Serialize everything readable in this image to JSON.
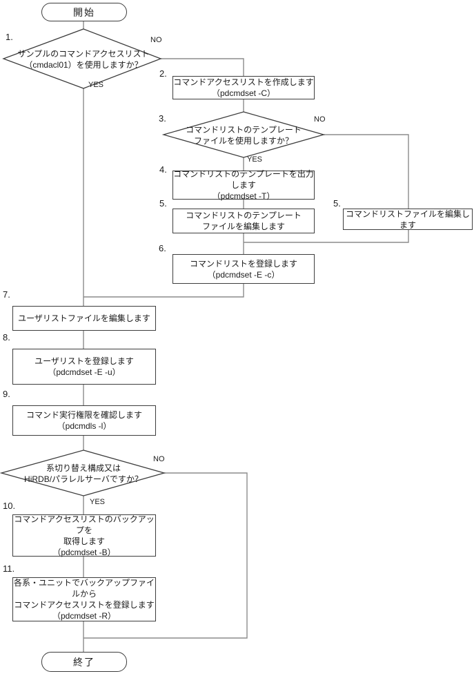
{
  "diagram": {
    "title_semantic": "command-access-list-setup-flowchart",
    "start_label": "開始",
    "end_label": "終了",
    "branch_labels": {
      "yes": "YES",
      "no": "NO"
    },
    "nodes": {
      "d1": {
        "step": "1.",
        "line1": "サンプルのコマンドアクセスリスト",
        "line2": "（cmdacl01）を使用しますか？"
      },
      "p2": {
        "step": "2.",
        "line1": "コマンドアクセスリストを作成します",
        "line2": "（pdcmdset -C）"
      },
      "d3": {
        "step": "3.",
        "line1": "コマンドリストのテンプレート",
        "line2": "ファイルを使用しますか？"
      },
      "p4": {
        "step": "4.",
        "line1": "コマンドリストのテンプレートを出力します",
        "line2": "（pdcmdset -T）"
      },
      "p5a": {
        "step": "5.",
        "line1": "コマンドリストのテンプレート",
        "line2": "ファイルを編集します"
      },
      "p5b": {
        "step": "5.",
        "line1": "コマンドリストファイルを編集します"
      },
      "p6": {
        "step": "6.",
        "line1": "コマンドリストを登録します",
        "line2": "（pdcmdset -E -c）"
      },
      "p7": {
        "step": "7.",
        "line1": "ユーザリストファイルを編集します"
      },
      "p8": {
        "step": "8.",
        "line1": "ユーザリストを登録します",
        "line2": "（pdcmdset -E -u）"
      },
      "p9": {
        "step": "9.",
        "line1": "コマンド実行権限を確認します",
        "line2": "（pdcmdls -l）"
      },
      "d10": {
        "line1": "系切り替え構成又は",
        "line2": "HiRDB/パラレルサーバですか？"
      },
      "p10": {
        "step": "10.",
        "line1": "コマンドアクセスリストのバックアップを",
        "line2": "取得します",
        "line3": "（pdcmdset -B）"
      },
      "p11": {
        "step": "11.",
        "line1": "各系・ユニットでバックアップファイルから",
        "line2": "コマンドアクセスリストを登録します",
        "line3": "（pdcmdset -R）"
      }
    },
    "colors": {
      "background": "#ffffff",
      "connector": "#8c8c8c",
      "shape_border": "#3c3c3c",
      "text": "#1a1a1a"
    }
  }
}
